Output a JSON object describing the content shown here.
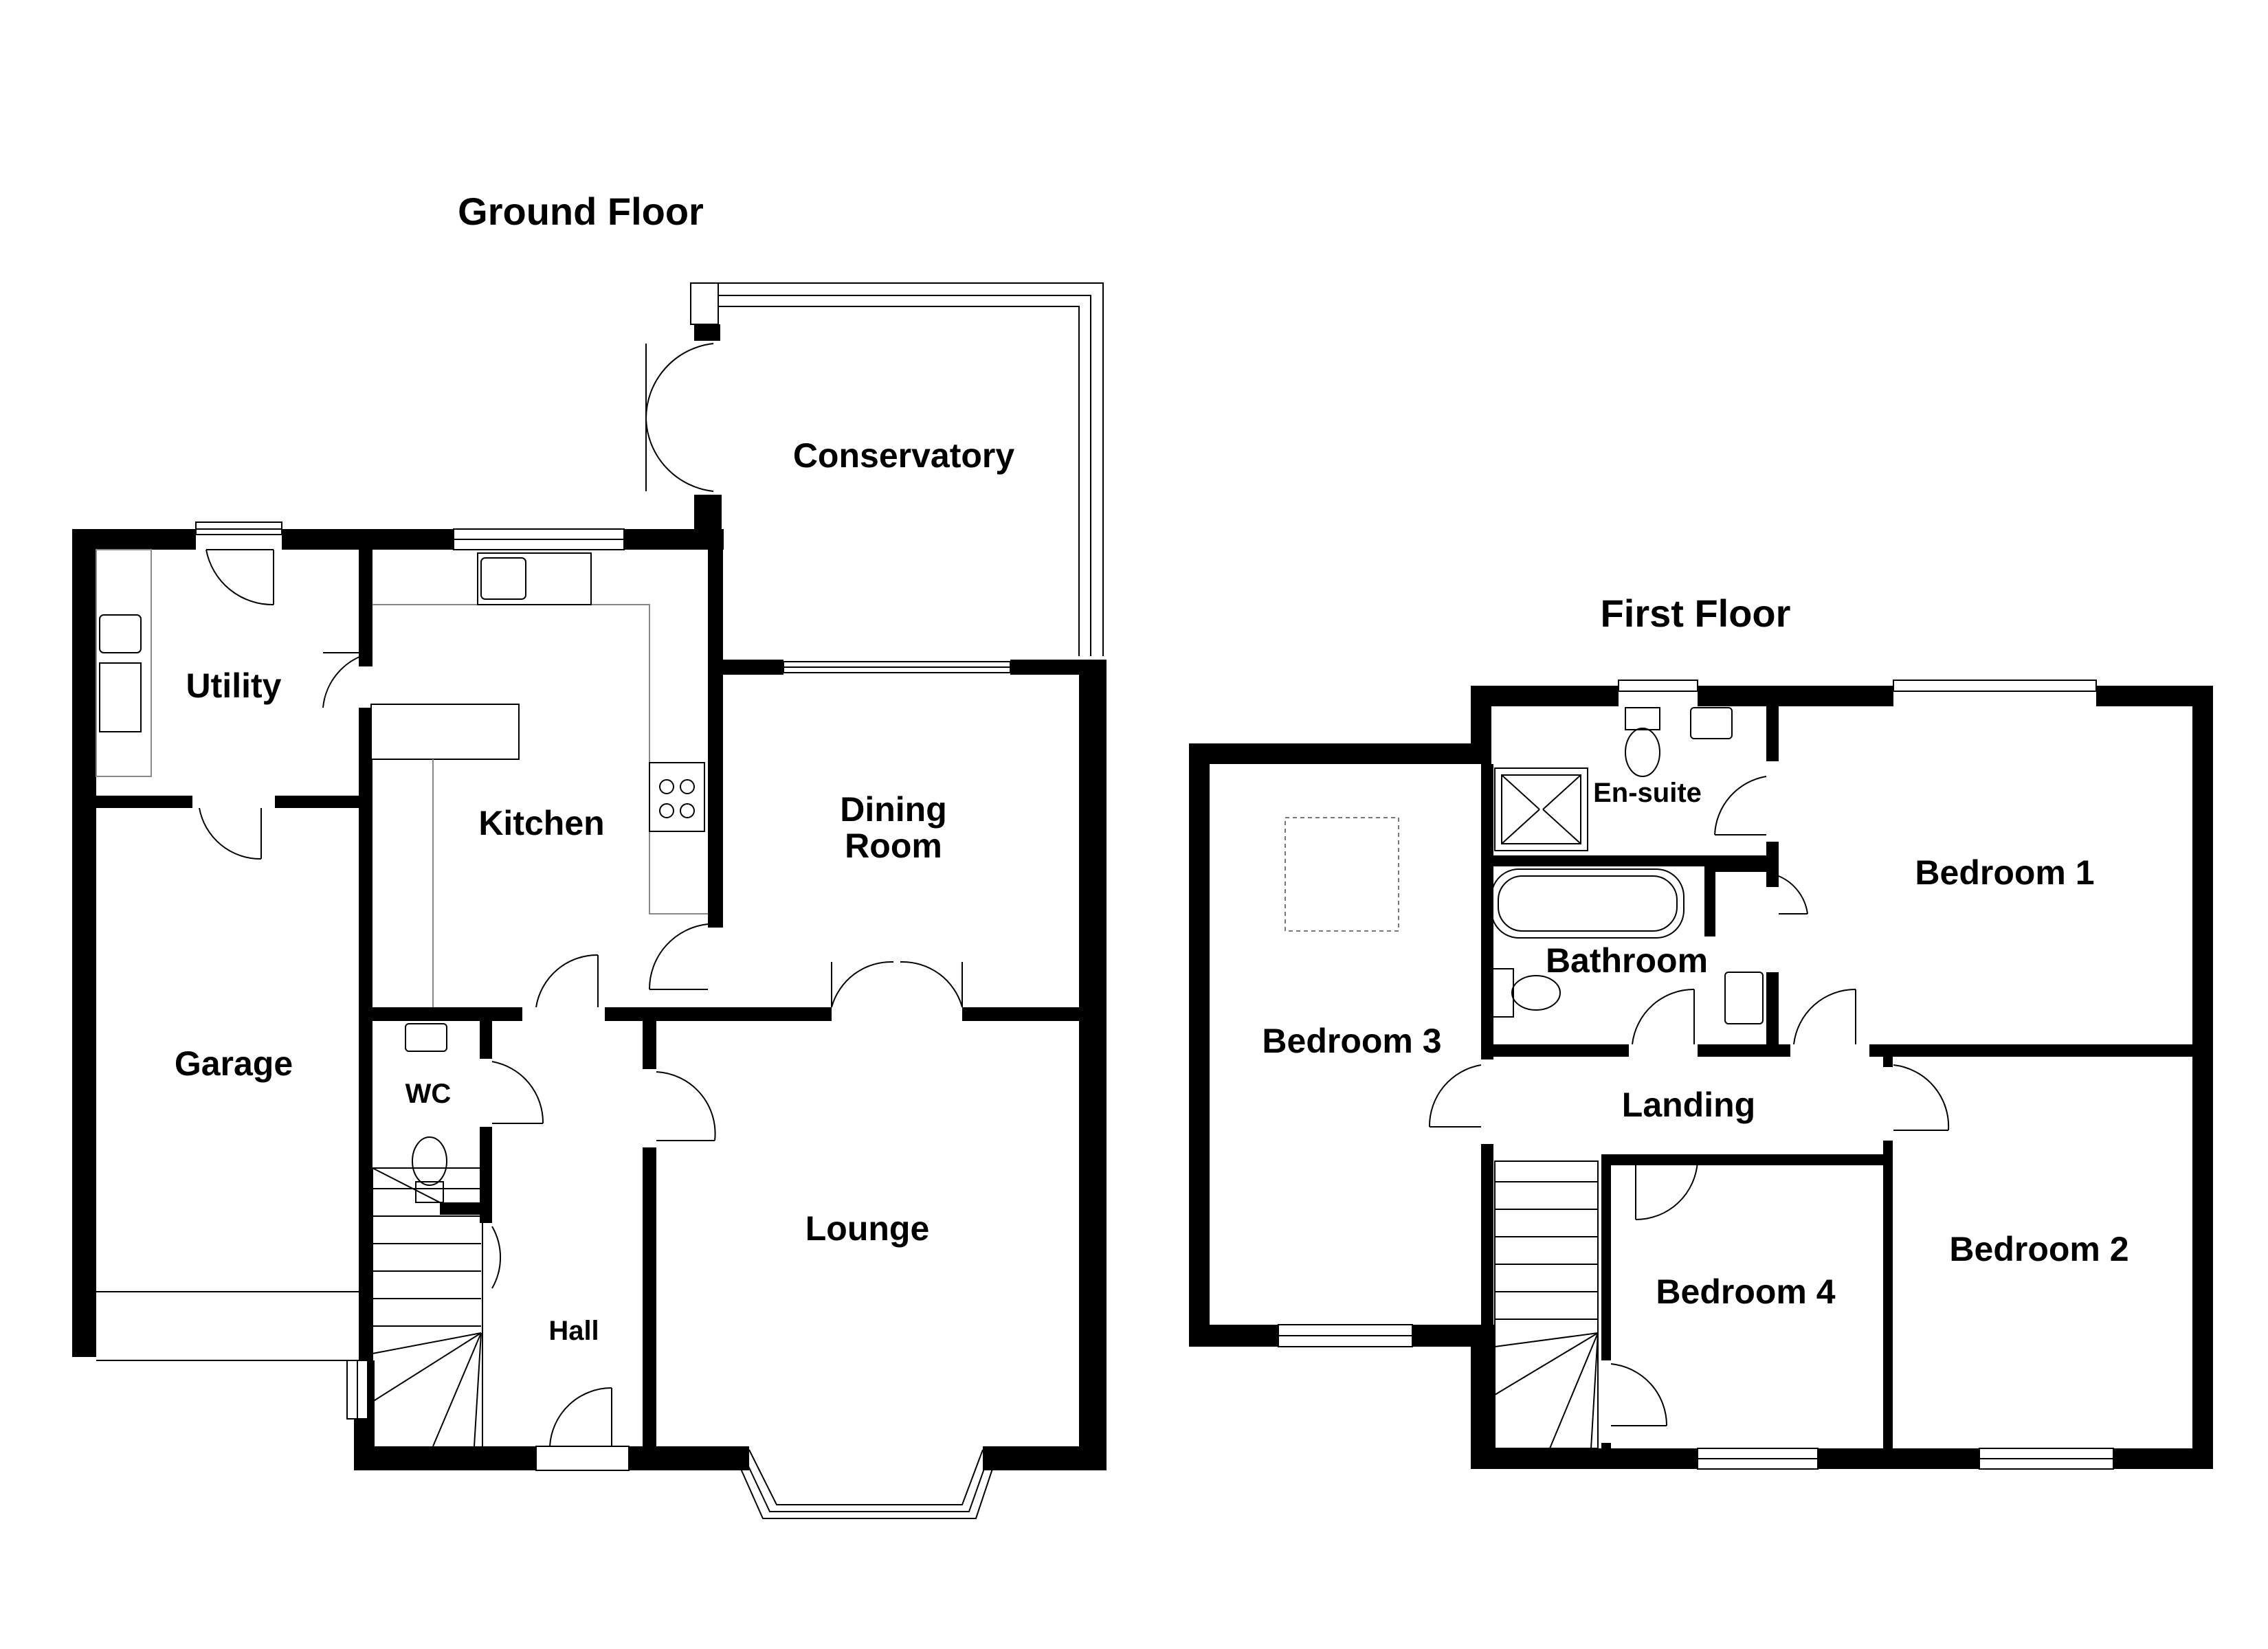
{
  "floors": [
    {
      "title": "Ground Floor",
      "rooms": {
        "conservatory": "Conservatory",
        "utility": "Utility",
        "kitchen": "Kitchen",
        "dining_line1": "Dining",
        "dining_line2": "Room",
        "garage": "Garage",
        "wc": "WC",
        "hall": "Hall",
        "lounge": "Lounge"
      }
    },
    {
      "title": "First Floor",
      "rooms": {
        "ensuite": "En-suite",
        "bedroom1": "Bedroom 1",
        "bathroom": "Bathroom",
        "bedroom3": "Bedroom 3",
        "landing": "Landing",
        "bedroom4": "Bedroom 4",
        "bedroom2": "Bedroom 2"
      }
    }
  ]
}
